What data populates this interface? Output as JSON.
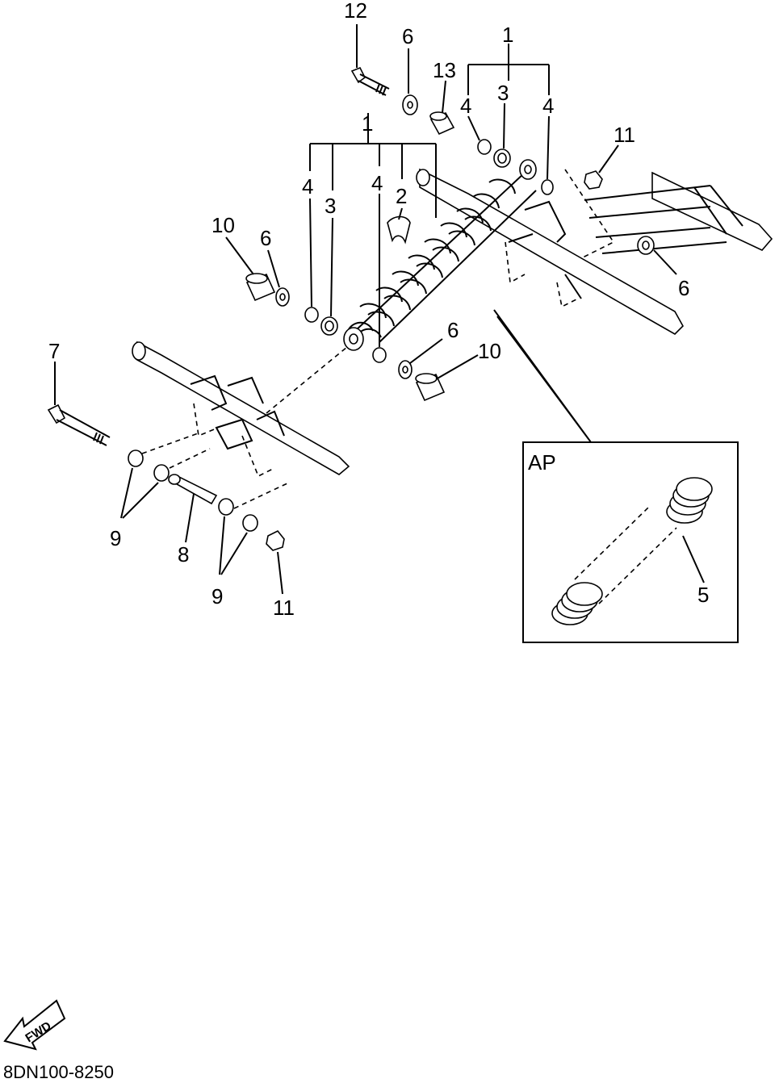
{
  "labels": {
    "n12": "12",
    "n6a": "6",
    "n13": "13",
    "n1a": "1",
    "n4a": "4",
    "n3a": "3",
    "n4b": "4",
    "n11a": "11",
    "n1b": "1",
    "n4c": "4",
    "n3b": "3",
    "n4d": "4",
    "n2": "2",
    "n10a": "10",
    "n6b": "6",
    "n6c": "6",
    "n7": "7",
    "n6d": "6",
    "n10b": "10",
    "n9a": "9",
    "n8": "8",
    "n9b": "9",
    "n11b": "11",
    "n5": "5"
  },
  "inset": {
    "label": "AP"
  },
  "footer": {
    "code": "8DN100-8250",
    "fwd": "FWD"
  }
}
